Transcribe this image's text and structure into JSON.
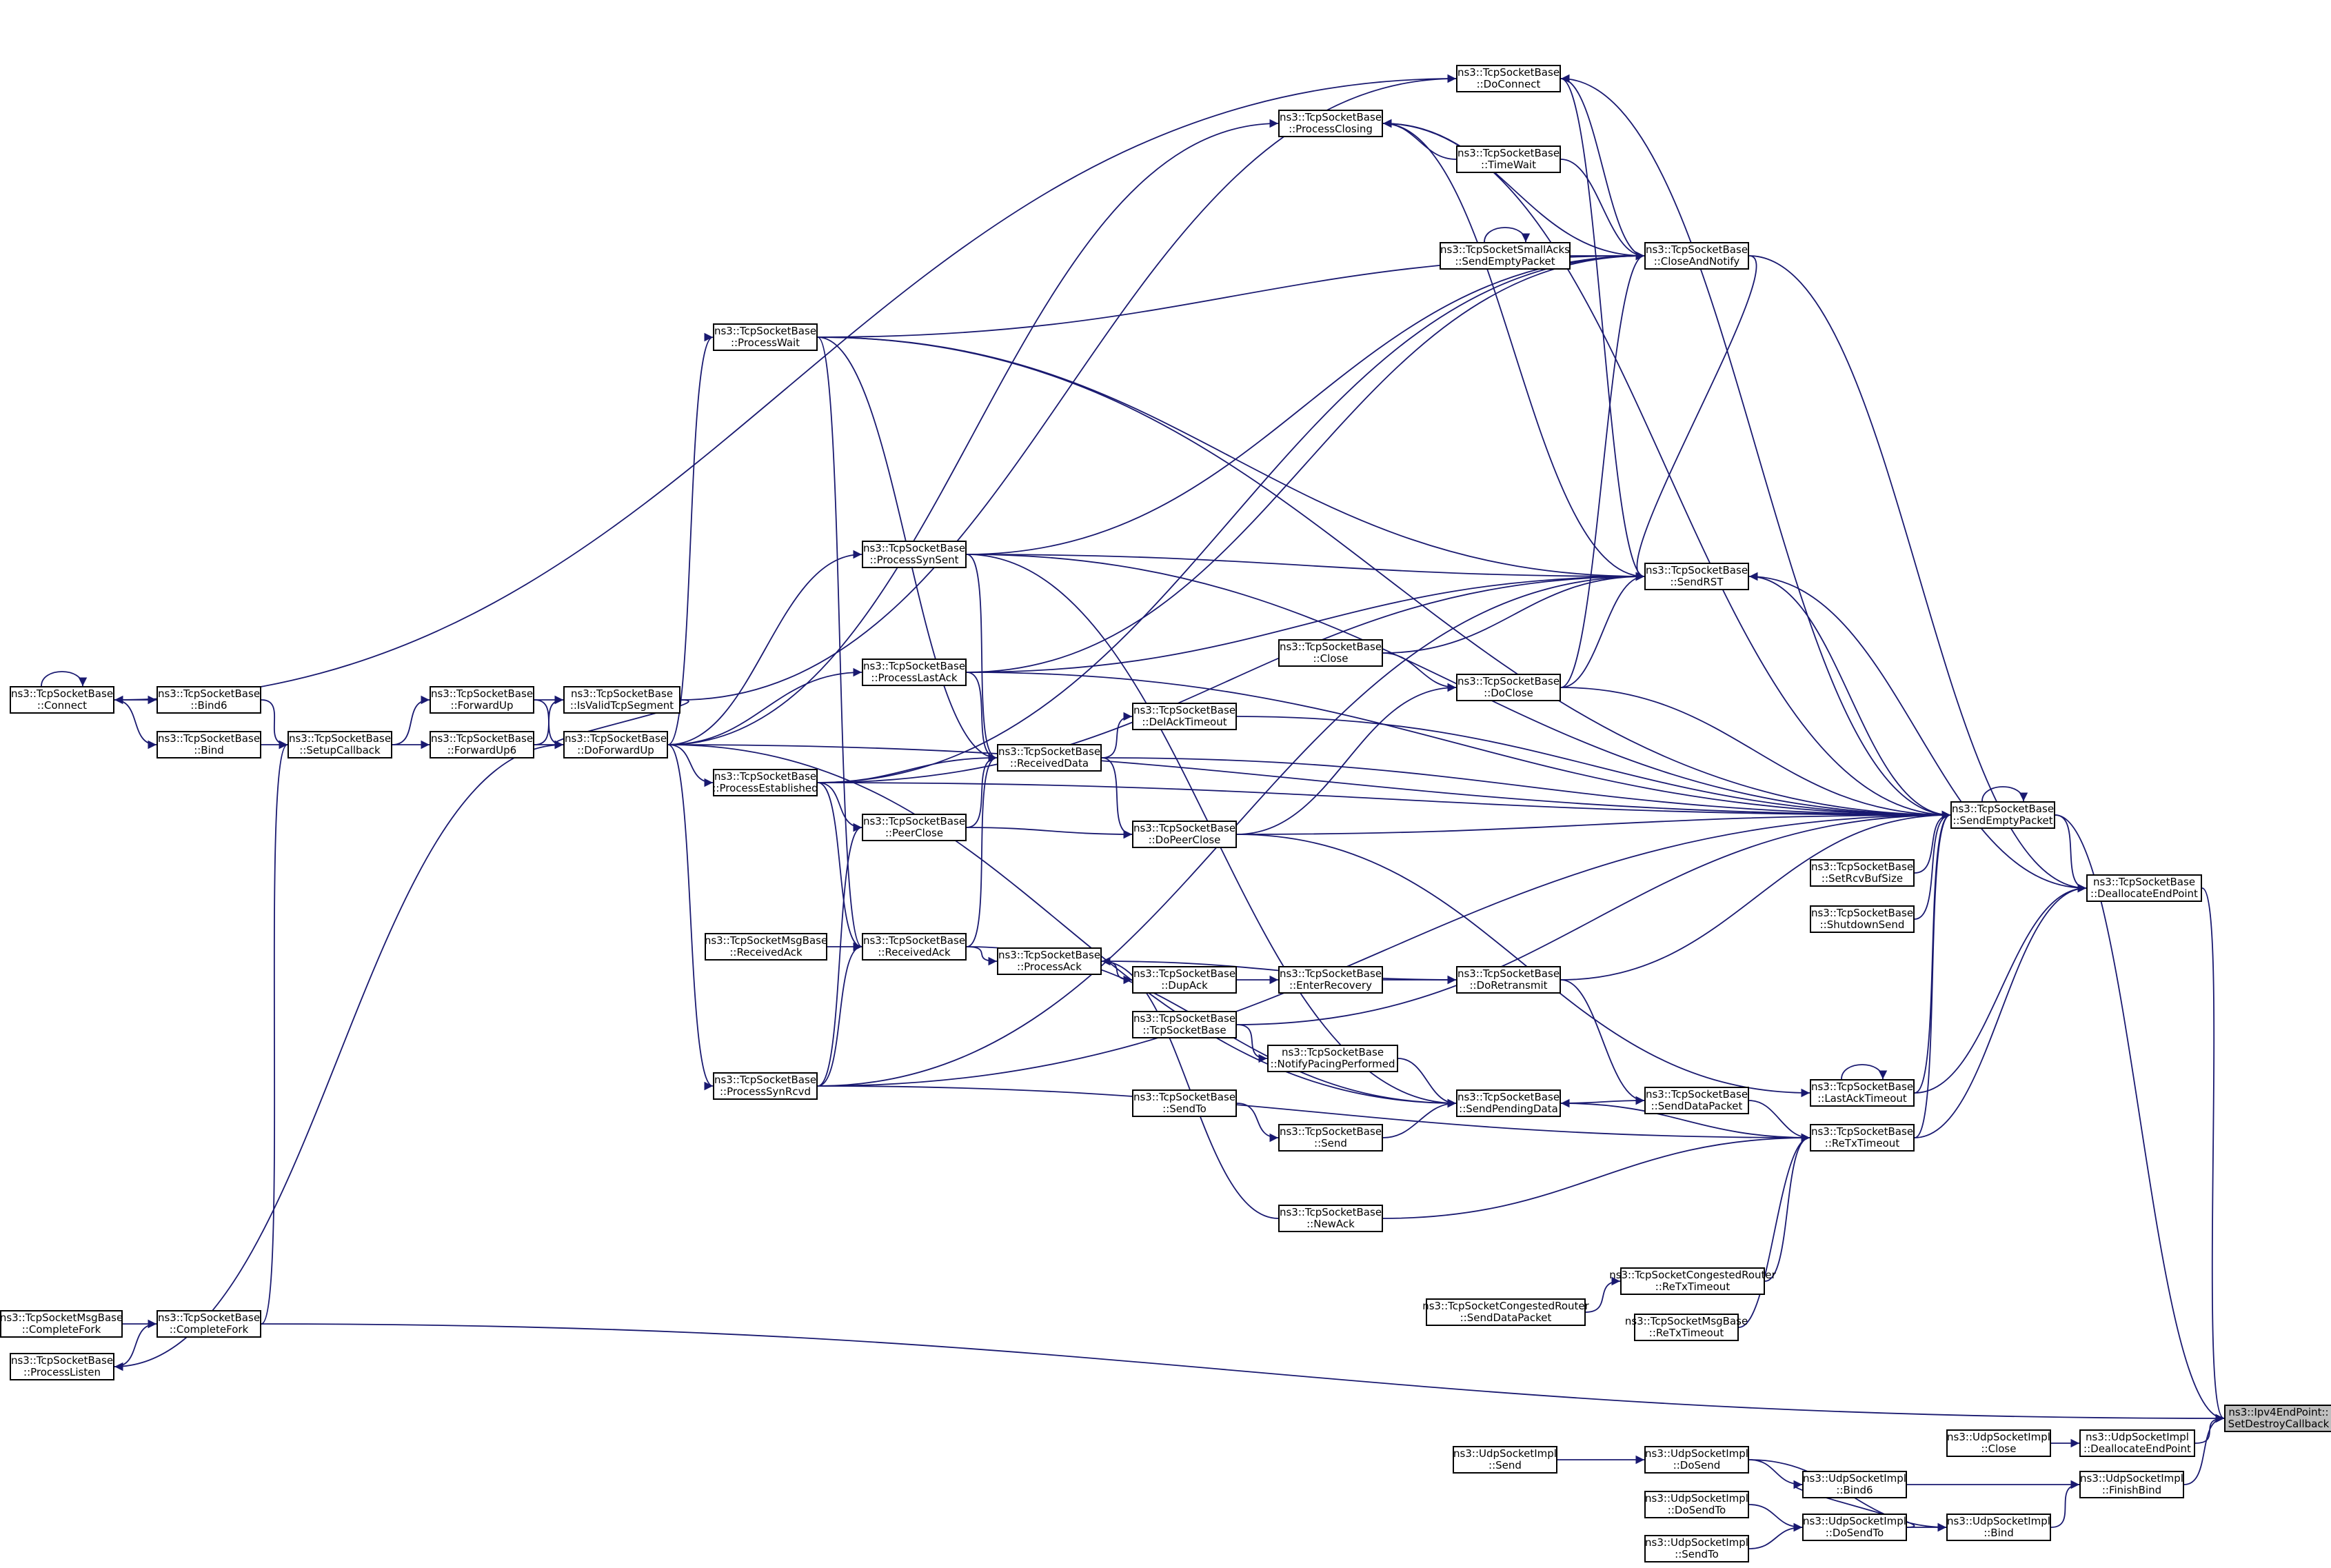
{
  "colors": {
    "edge": "#191970",
    "node_border": "#000000",
    "root_fill": "#bfbfbf"
  },
  "nodes": [
    {
      "id": "root",
      "lines": [
        "ns3::Ipv4EndPoint::",
        "SetDestroyCallback"
      ],
      "root": true
    },
    {
      "id": "udp_dealloc",
      "lines": [
        "ns3::UdpSocketImpl",
        "::DeallocateEndPoint"
      ]
    },
    {
      "id": "udp_close",
      "lines": [
        "ns3::UdpSocketImpl",
        "::Close"
      ]
    },
    {
      "id": "udp_finishbind",
      "lines": [
        "ns3::UdpSocketImpl",
        "::FinishBind"
      ]
    },
    {
      "id": "udp_bind6",
      "lines": [
        "ns3::UdpSocketImpl",
        "::Bind6"
      ]
    },
    {
      "id": "udp_bind",
      "lines": [
        "ns3::UdpSocketImpl",
        "::Bind"
      ]
    },
    {
      "id": "udp_dosend",
      "lines": [
        "ns3::UdpSocketImpl",
        "::DoSend"
      ]
    },
    {
      "id": "udp_dosendto",
      "lines": [
        "ns3::UdpSocketImpl",
        "::DoSendTo"
      ]
    },
    {
      "id": "udp_dosendto2",
      "lines": [
        "ns3::UdpSocketImpl",
        "::DoSendTo"
      ]
    },
    {
      "id": "udp_send",
      "lines": [
        "ns3::UdpSocketImpl",
        "::Send"
      ]
    },
    {
      "id": "udp_sendto",
      "lines": [
        "ns3::UdpSocketImpl",
        "::SendTo"
      ]
    },
    {
      "id": "tcp_dealloc",
      "lines": [
        "ns3::TcpSocketBase",
        "::DeallocateEndPoint"
      ]
    },
    {
      "id": "sendempty",
      "lines": [
        "ns3::TcpSocketBase",
        "::SendEmptyPacket"
      ]
    },
    {
      "id": "closenotify",
      "lines": [
        "ns3::TcpSocketBase",
        "::CloseAndNotify"
      ]
    },
    {
      "id": "sendrst",
      "lines": [
        "ns3::TcpSocketBase",
        "::SendRST"
      ]
    },
    {
      "id": "setrcvbuf",
      "lines": [
        "ns3::TcpSocketBase",
        "::SetRcvBufSize"
      ]
    },
    {
      "id": "shutdown",
      "lines": [
        "ns3::TcpSocketBase",
        "::ShutdownSend"
      ]
    },
    {
      "id": "lastack_to",
      "lines": [
        "ns3::TcpSocketBase",
        "::LastAckTimeout"
      ]
    },
    {
      "id": "retx",
      "lines": [
        "ns3::TcpSocketBase",
        "::ReTxTimeout"
      ]
    },
    {
      "id": "senddata",
      "lines": [
        "ns3::TcpSocketBase",
        "::SendDataPacket"
      ]
    },
    {
      "id": "cong_retx",
      "lines": [
        "ns3::TcpSocketCongestedRouter",
        "::ReTxTimeout"
      ]
    },
    {
      "id": "cong_senddata",
      "lines": [
        "ns3::TcpSocketCongestedRouter",
        "::SendDataPacket"
      ]
    },
    {
      "id": "msg_retx",
      "lines": [
        "ns3::TcpSocketMsgBase",
        "::ReTxTimeout"
      ]
    },
    {
      "id": "docon",
      "lines": [
        "ns3::TcpSocketBase",
        "::DoConnect"
      ]
    },
    {
      "id": "pclosing",
      "lines": [
        "ns3::TcpSocketBase",
        "::ProcessClosing"
      ]
    },
    {
      "id": "timewait",
      "lines": [
        "ns3::TcpSocketBase",
        "::TimeWait"
      ]
    },
    {
      "id": "smallacks",
      "lines": [
        "ns3::TcpSocketSmallAcks",
        "::SendEmptyPacket"
      ]
    },
    {
      "id": "close",
      "lines": [
        "ns3::TcpSocketBase",
        "::Close"
      ]
    },
    {
      "id": "doclose",
      "lines": [
        "ns3::TcpSocketBase",
        "::DoClose"
      ]
    },
    {
      "id": "delack",
      "lines": [
        "ns3::TcpSocketBase",
        "::DelAckTimeout"
      ]
    },
    {
      "id": "dopeer",
      "lines": [
        "ns3::TcpSocketBase",
        "::DoPeerClose"
      ]
    },
    {
      "id": "doretx",
      "lines": [
        "ns3::TcpSocketBase",
        "::DoRetransmit"
      ]
    },
    {
      "id": "enterrec",
      "lines": [
        "ns3::TcpSocketBase",
        "::EnterRecovery"
      ]
    },
    {
      "id": "dupack",
      "lines": [
        "ns3::TcpSocketBase",
        "::DupAck"
      ]
    },
    {
      "id": "procack",
      "lines": [
        "ns3::TcpSocketBase",
        "::ProcessAck"
      ]
    },
    {
      "id": "tcpbase",
      "lines": [
        "ns3::TcpSocketBase",
        "::TcpSocketBase"
      ]
    },
    {
      "id": "notifypacing",
      "lines": [
        "ns3::TcpSocketBase",
        "::NotifyPacingPerformed"
      ]
    },
    {
      "id": "sendpending",
      "lines": [
        "ns3::TcpSocketBase",
        "::SendPendingData"
      ]
    },
    {
      "id": "tcp_sendto",
      "lines": [
        "ns3::TcpSocketBase",
        "::SendTo"
      ]
    },
    {
      "id": "tcp_send",
      "lines": [
        "ns3::TcpSocketBase",
        "::Send"
      ]
    },
    {
      "id": "newack",
      "lines": [
        "ns3::TcpSocketBase",
        "::NewAck"
      ]
    },
    {
      "id": "pwait",
      "lines": [
        "ns3::TcpSocketBase",
        "::ProcessWait"
      ]
    },
    {
      "id": "psynsent",
      "lines": [
        "ns3::TcpSocketBase",
        "::ProcessSynSent"
      ]
    },
    {
      "id": "plastack",
      "lines": [
        "ns3::TcpSocketBase",
        "::ProcessLastAck"
      ]
    },
    {
      "id": "recvdata",
      "lines": [
        "ns3::TcpSocketBase",
        "::ReceivedData"
      ]
    },
    {
      "id": "pestab",
      "lines": [
        "ns3::TcpSocketBase",
        "::ProcessEstablished"
      ]
    },
    {
      "id": "peerclose",
      "lines": [
        "ns3::TcpSocketBase",
        "::PeerClose"
      ]
    },
    {
      "id": "recvack",
      "lines": [
        "ns3::TcpSocketBase",
        "::ReceivedAck"
      ]
    },
    {
      "id": "msg_recvack",
      "lines": [
        "ns3::TcpSocketMsgBase",
        "::ReceivedAck"
      ]
    },
    {
      "id": "psynrcvd",
      "lines": [
        "ns3::TcpSocketBase",
        "::ProcessSynRcvd"
      ]
    },
    {
      "id": "doforward",
      "lines": [
        "ns3::TcpSocketBase",
        "::DoForwardUp"
      ]
    },
    {
      "id": "isvalid",
      "lines": [
        "ns3::TcpSocketBase",
        "::IsValidTcpSegment"
      ]
    },
    {
      "id": "fwdup",
      "lines": [
        "ns3::TcpSocketBase",
        "::ForwardUp"
      ]
    },
    {
      "id": "fwdup6",
      "lines": [
        "ns3::TcpSocketBase",
        "::ForwardUp6"
      ]
    },
    {
      "id": "setupcb",
      "lines": [
        "ns3::TcpSocketBase",
        "::SetupCallback"
      ]
    },
    {
      "id": "bind6",
      "lines": [
        "ns3::TcpSocketBase",
        "::Bind6"
      ]
    },
    {
      "id": "bind",
      "lines": [
        "ns3::TcpSocketBase",
        "::Bind"
      ]
    },
    {
      "id": "connect",
      "lines": [
        "ns3::TcpSocketBase",
        "::Connect"
      ]
    },
    {
      "id": "compfork",
      "lines": [
        "ns3::TcpSocketBase",
        "::CompleteFork"
      ]
    },
    {
      "id": "msg_compfork",
      "lines": [
        "ns3::TcpSocketMsgBase",
        "::CompleteFork"
      ]
    },
    {
      "id": "plisten",
      "lines": [
        "ns3::TcpSocketBase",
        "::ProcessListen"
      ]
    }
  ],
  "edges": [
    [
      "udp_dealloc",
      "root"
    ],
    [
      "udp_close",
      "udp_dealloc"
    ],
    [
      "udp_finishbind",
      "root"
    ],
    [
      "udp_bind6",
      "udp_finishbind"
    ],
    [
      "udp_bind",
      "udp_finishbind"
    ],
    [
      "udp_dosend",
      "udp_bind6"
    ],
    [
      "udp_dosendto",
      "udp_bind6"
    ],
    [
      "udp_dosend",
      "udp_bind"
    ],
    [
      "udp_dosendto",
      "udp_bind"
    ],
    [
      "udp_dosendto2",
      "udp_dosendto"
    ],
    [
      "udp_send",
      "udp_dosend"
    ],
    [
      "udp_sendto",
      "udp_dosendto"
    ],
    [
      "tcp_dealloc",
      "root"
    ],
    [
      "sendempty",
      "root"
    ],
    [
      "compfork",
      "root"
    ],
    [
      "sendempty",
      "tcp_dealloc"
    ],
    [
      "closenotify",
      "tcp_dealloc"
    ],
    [
      "sendrst",
      "tcp_dealloc"
    ],
    [
      "lastack_to",
      "tcp_dealloc"
    ],
    [
      "retx",
      "tcp_dealloc"
    ],
    [
      "sendempty",
      "sendempty"
    ],
    [
      "lastack_to",
      "lastack_to"
    ],
    [
      "smallacks",
      "smallacks"
    ],
    [
      "connect",
      "connect"
    ],
    [
      "closenotify",
      "sendrst"
    ],
    [
      "docon",
      "closenotify"
    ],
    [
      "pclosing",
      "closenotify"
    ],
    [
      "timewait",
      "closenotify"
    ],
    [
      "smallacks",
      "closenotify"
    ],
    [
      "pwait",
      "closenotify"
    ],
    [
      "plastack",
      "closenotify"
    ],
    [
      "doclose",
      "closenotify"
    ],
    [
      "psynsent",
      "closenotify"
    ],
    [
      "pestab",
      "closenotify"
    ],
    [
      "sendrst",
      "docon"
    ],
    [
      "timewait",
      "pclosing"
    ],
    [
      "sendrst",
      "pclosing"
    ],
    [
      "close",
      "sendrst"
    ],
    [
      "doclose",
      "sendrst"
    ],
    [
      "psynsent",
      "sendrst"
    ],
    [
      "plastack",
      "sendrst"
    ],
    [
      "pestab",
      "sendrst"
    ],
    [
      "pwait",
      "sendrst"
    ],
    [
      "sendempty",
      "sendrst"
    ],
    [
      "setrcvbuf",
      "sendempty"
    ],
    [
      "shutdown",
      "sendempty"
    ],
    [
      "lastack_to",
      "sendempty"
    ],
    [
      "retx",
      "sendempty"
    ],
    [
      "docon",
      "sendempty"
    ],
    [
      "pclosing",
      "sendempty"
    ],
    [
      "pwait",
      "sendempty"
    ],
    [
      "psynsent",
      "sendempty"
    ],
    [
      "plastack",
      "sendempty"
    ],
    [
      "doclose",
      "sendempty"
    ],
    [
      "delack",
      "sendempty"
    ],
    [
      "recvdata",
      "sendempty"
    ],
    [
      "dopeer",
      "sendempty"
    ],
    [
      "pestab",
      "sendempty"
    ],
    [
      "doretx",
      "sendempty"
    ],
    [
      "tcpbase",
      "sendempty"
    ],
    [
      "psynrcvd",
      "sendempty"
    ],
    [
      "doforward",
      "sendempty"
    ],
    [
      "senddata",
      "retx"
    ],
    [
      "cong_retx",
      "retx"
    ],
    [
      "msg_retx",
      "retx"
    ],
    [
      "newack",
      "retx"
    ],
    [
      "psynrcvd",
      "retx"
    ],
    [
      "cong_senddata",
      "cong_retx"
    ],
    [
      "sendpending",
      "senddata"
    ],
    [
      "doretx",
      "senddata"
    ],
    [
      "retx",
      "sendpending"
    ],
    [
      "procack",
      "doretx"
    ],
    [
      "enterrec",
      "doretx"
    ],
    [
      "dupack",
      "enterrec"
    ],
    [
      "procack",
      "dupack"
    ],
    [
      "recvack",
      "procack"
    ],
    [
      "newack",
      "procack"
    ],
    [
      "notifypacing",
      "sendpending"
    ],
    [
      "tcpbase",
      "notifypacing"
    ],
    [
      "tcp_send",
      "sendpending"
    ],
    [
      "tcp_sendto",
      "tcp_send"
    ],
    [
      "recvack",
      "sendpending"
    ],
    [
      "psynsent",
      "sendpending"
    ],
    [
      "doforward",
      "sendpending"
    ],
    [
      "dopeer",
      "lastack_to"
    ],
    [
      "close",
      "doclose"
    ],
    [
      "dopeer",
      "doclose"
    ],
    [
      "recvdata",
      "delack"
    ],
    [
      "recvdata",
      "dopeer"
    ],
    [
      "peerclose",
      "dopeer"
    ],
    [
      "pwait",
      "recvdata"
    ],
    [
      "psynsent",
      "recvdata"
    ],
    [
      "plastack",
      "recvdata"
    ],
    [
      "pestab",
      "recvdata"
    ],
    [
      "peerclose",
      "recvdata"
    ],
    [
      "recvack",
      "recvdata"
    ],
    [
      "pestab",
      "peerclose"
    ],
    [
      "psynrcvd",
      "peerclose"
    ],
    [
      "pwait",
      "recvack"
    ],
    [
      "pestab",
      "recvack"
    ],
    [
      "psynrcvd",
      "recvack"
    ],
    [
      "msg_recvack",
      "recvack"
    ],
    [
      "doforward",
      "pwait"
    ],
    [
      "doforward",
      "psynsent"
    ],
    [
      "doforward",
      "plastack"
    ],
    [
      "doforward",
      "pestab"
    ],
    [
      "doforward",
      "psynrcvd"
    ],
    [
      "doforward",
      "pclosing"
    ],
    [
      "doforward",
      "plisten"
    ],
    [
      "psynrcvd",
      "sendrst"
    ],
    [
      "isvalid",
      "docon"
    ],
    [
      "isvalid",
      "doforward"
    ],
    [
      "fwdup",
      "doforward"
    ],
    [
      "fwdup6",
      "doforward"
    ],
    [
      "fwdup",
      "isvalid"
    ],
    [
      "fwdup6",
      "isvalid"
    ],
    [
      "setupcb",
      "fwdup"
    ],
    [
      "setupcb",
      "fwdup6"
    ],
    [
      "bind6",
      "setupcb"
    ],
    [
      "bind",
      "setupcb"
    ],
    [
      "compfork",
      "setupcb"
    ],
    [
      "connect",
      "bind6"
    ],
    [
      "connect",
      "bind"
    ],
    [
      "docon",
      "connect"
    ],
    [
      "msg_compfork",
      "compfork"
    ],
    [
      "plisten",
      "compfork"
    ]
  ]
}
